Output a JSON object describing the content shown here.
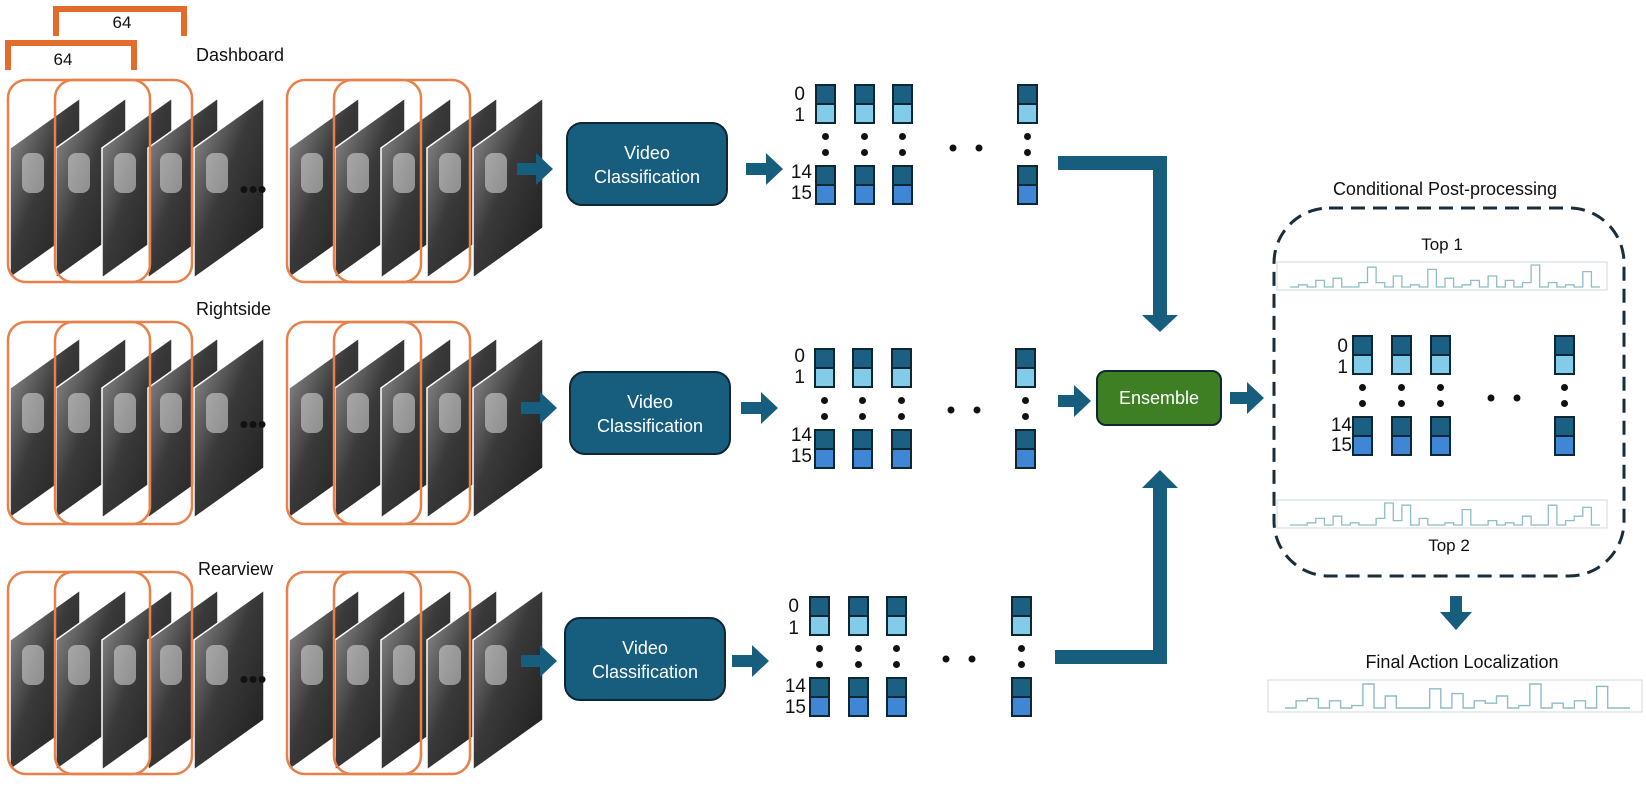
{
  "colors": {
    "bracket": "#e36c2c",
    "frame_outline": "#e8804a",
    "box_fill": "#175e7e",
    "box_stroke": "#0f2733",
    "ensemble_fill": "#3e7f24",
    "arrow": "#175e7e",
    "cell_dark": "#1b5f82",
    "cell_light": "#82cbe9",
    "cell_mid": "#3f86d4",
    "plot_line": "#8fbcc6"
  },
  "frame_window": {
    "bracket_back_label": "64",
    "bracket_front_label": "64"
  },
  "streams": [
    {
      "label": "Dashboard",
      "ellipsis": "•••",
      "classifier": {
        "line1": "Video",
        "line2": "Classification"
      },
      "class_labels": {
        "first": "0",
        "second": "1",
        "second_last": "14",
        "last": "15"
      }
    },
    {
      "label": "Rightside",
      "ellipsis": "•••",
      "classifier": {
        "line1": "Video",
        "line2": "Classification"
      },
      "class_labels": {
        "first": "0",
        "second": "1",
        "second_last": "14",
        "last": "15"
      }
    },
    {
      "label": "Rearview",
      "ellipsis": "•••",
      "classifier": {
        "line1": "Video",
        "line2": "Classification"
      },
      "class_labels": {
        "first": "0",
        "second": "1",
        "second_last": "14",
        "last": "15"
      }
    }
  ],
  "ensemble": {
    "label": "Ensemble"
  },
  "post_processing": {
    "title": "Conditional Post-processing",
    "top1_label": "Top 1",
    "top2_label": "Top 2",
    "class_labels": {
      "first": "0",
      "second": "1",
      "second_last": "14",
      "last": "15"
    }
  },
  "final": {
    "label": "Final Action Localization"
  }
}
